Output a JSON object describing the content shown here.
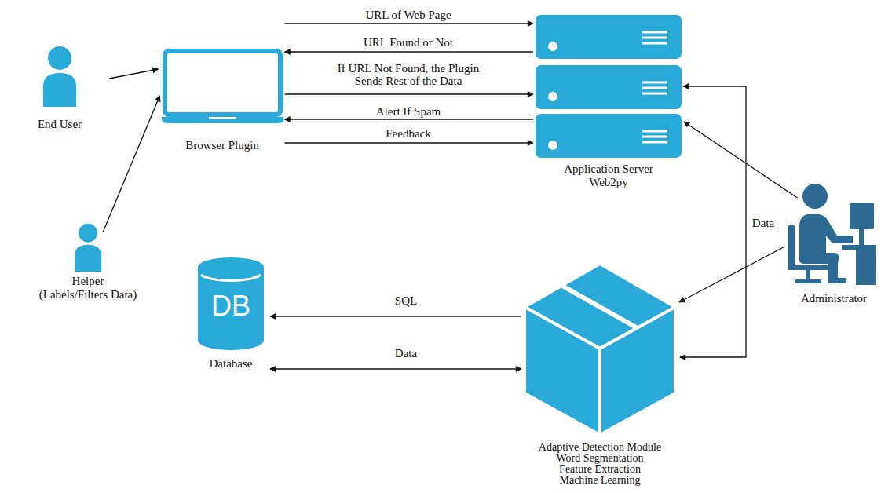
{
  "diagram": {
    "nodes": [
      {
        "text": [
          "End User"
        ]
      },
      {
        "text": [
          "Browser Plugin"
        ]
      },
      {
        "text": [
          "Application Server",
          "Web2py"
        ]
      },
      {
        "text": [
          "Helper",
          "(Labels/Filters Data)"
        ]
      },
      {
        "text": [
          "Administrator"
        ]
      },
      {
        "text": [
          "DB",
          "Database"
        ]
      },
      {
        "text": [
          "Adaptive Detection Module",
          "Word Segmentation",
          "Feature Extraction",
          "Machine Learning"
        ]
      }
    ],
    "edges": [
      {
        "from": 0,
        "to": 1,
        "arrow": "to"
      },
      {
        "from": 3,
        "to": 1,
        "arrow": "to"
      },
      {
        "from": 1,
        "to": 2,
        "label": "URL of Web Page",
        "arrow": "to"
      },
      {
        "from": 2,
        "to": 1,
        "label": "URL Found or Not",
        "arrow": "to"
      },
      {
        "from": 1,
        "to": 2,
        "label": "If URL Not Found, the Plugin Sends Rest of the Data",
        "arrow": "to"
      },
      {
        "from": 2,
        "to": 1,
        "label": "Alert If Spam",
        "arrow": "to"
      },
      {
        "from": 1,
        "to": 2,
        "label": "Feedback",
        "arrow": "to"
      },
      {
        "from": 4,
        "to": 2,
        "arrow": "to"
      },
      {
        "from": 4,
        "to": 6,
        "arrow": "to"
      },
      {
        "from": 2,
        "to": 6,
        "label": "Data",
        "arrow": "both"
      },
      {
        "from": 6,
        "to": 5,
        "label": "SQL",
        "arrow": "to"
      },
      {
        "from": 5,
        "to": 6,
        "label": "Data",
        "arrow": "both"
      }
    ]
  }
}
